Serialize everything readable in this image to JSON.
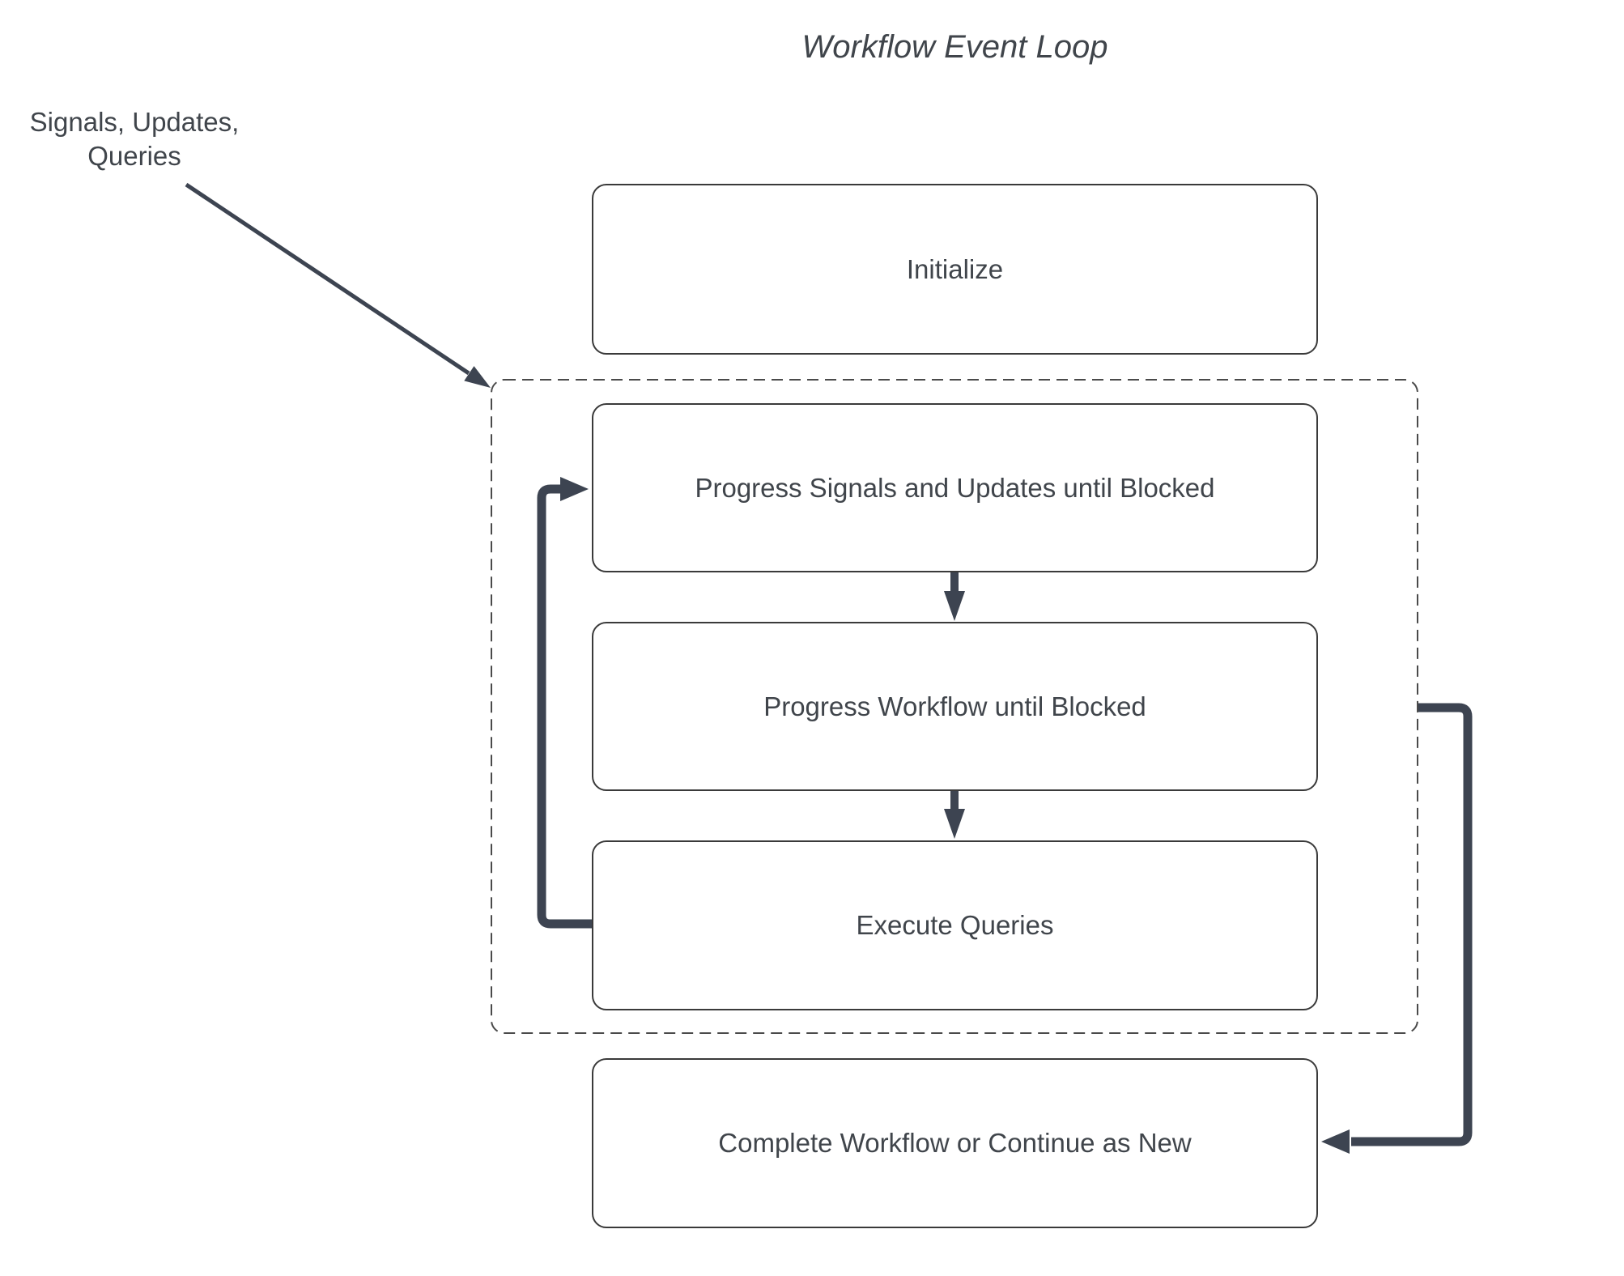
{
  "title": "Workflow Event Loop",
  "annotation": {
    "line1": "Signals, Updates,",
    "line2": "Queries"
  },
  "nodes": {
    "initialize": "Initialize",
    "progress_signals": "Progress Signals and Updates until Blocked",
    "progress_workflow": "Progress Workflow until Blocked",
    "execute_queries": "Execute Queries",
    "complete": "Complete Workflow or Continue as New"
  },
  "colors": {
    "line": "#3d4451",
    "box_border": "#3a3a3a",
    "dashed_border": "#4a4a4a",
    "text": "#40454b",
    "background": "#ffffff"
  }
}
